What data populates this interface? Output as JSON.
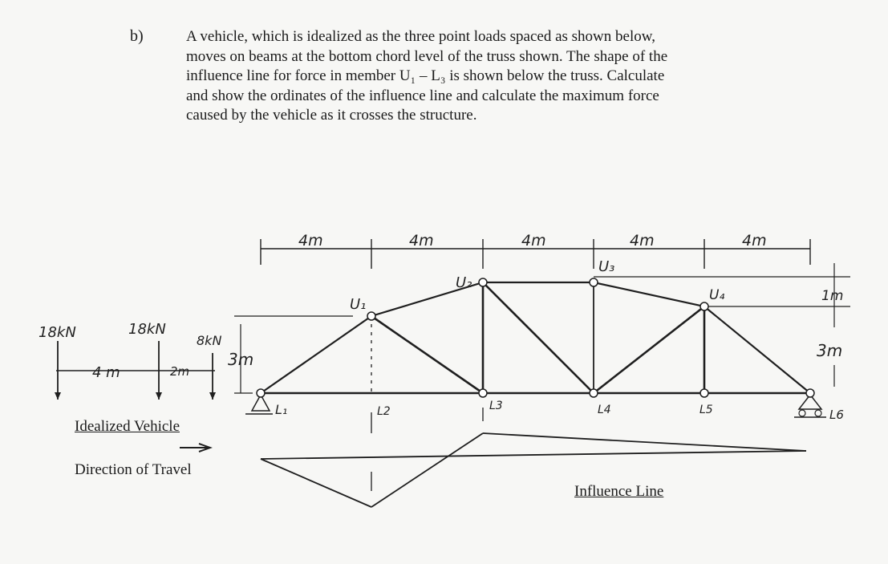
{
  "problem": {
    "part": "b)",
    "lines": [
      "A vehicle, which is idealized as the three point loads spaced as shown below,",
      "moves on beams at the bottom chord level of the truss shown. The shape of the",
      "influence line for force in member U₁ – L₃ is shown below the truss.  Calculate",
      "and show the ordinates of the influence line and calculate the maximum force",
      "caused by the vehicle as it crosses the structure."
    ]
  },
  "vehicle": {
    "loads": [
      "18kN",
      "18kN",
      "8kN"
    ],
    "spacings": [
      "4 m",
      "2m"
    ],
    "caption": "Idealized Vehicle",
    "direction_caption": "Direction of Travel"
  },
  "truss": {
    "panel_widths": [
      "4m",
      "4m",
      "4m",
      "4m",
      "4m"
    ],
    "upper_nodes": [
      "U₁",
      "U₂",
      "U₃",
      "U₄"
    ],
    "lower_nodes": [
      "L₁",
      "L2",
      "L3",
      "L4",
      "L5",
      "L6"
    ],
    "height_left": "3m",
    "height_right_top": "1m",
    "height_right_bottom": "3m"
  },
  "influence_line": {
    "caption": "Influence Line"
  },
  "colors": {
    "ink": "#1f1f1f",
    "paper": "#f7f7f5"
  }
}
